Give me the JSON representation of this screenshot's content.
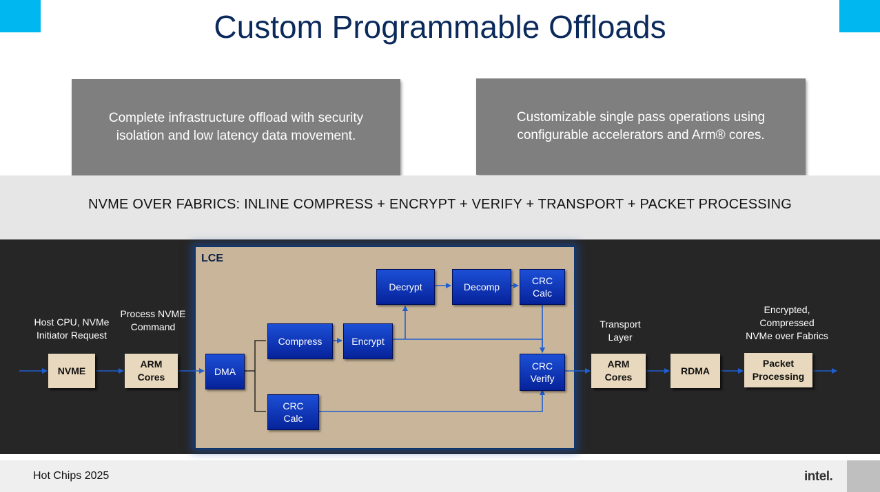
{
  "title": "Custom Programmable Offloads",
  "box_left": "Complete infrastructure offload with security isolation and low latency data movement.",
  "box_right": "Customizable single pass operations using configurable accelerators and Arm® cores.",
  "band_text": "NVME OVER FABRICS: INLINE  COMPRESS + ENCRYPT + VERIFY + TRANSPORT + PACKET PROCESSING",
  "diagram": {
    "lce_label": "LCE",
    "labels": {
      "host": "Host CPU, NVMe\nInitiator Request",
      "process": "Process NVME\nCommand",
      "transport": "Transport\nLayer",
      "encrypted": "Encrypted,\nCompressed\nNVMe over Fabrics"
    },
    "nodes": {
      "nvme": "NVME",
      "arm1": "ARM\nCores",
      "dma": "DMA",
      "compress": "Compress",
      "encrypt": "Encrypt",
      "decrypt": "Decrypt",
      "decomp": "Decomp",
      "crc_calc_top": "CRC\nCalc",
      "crc_calc_bottom": "CRC\nCalc",
      "crc_verify": "CRC\nVerify",
      "arm2": "ARM\nCores",
      "rdma": "RDMA",
      "packet": "Packet\nProcessing"
    },
    "colors": {
      "accent": "#00b7ef",
      "title": "#0b2a5b",
      "node_blue": "#0a2fb5",
      "node_tan": "#e8d8bd",
      "lce_bg": "#c8b59a",
      "wire": "#1f5fd0"
    }
  },
  "footer": {
    "event": "Hot Chips 2025",
    "logo": "intel."
  }
}
